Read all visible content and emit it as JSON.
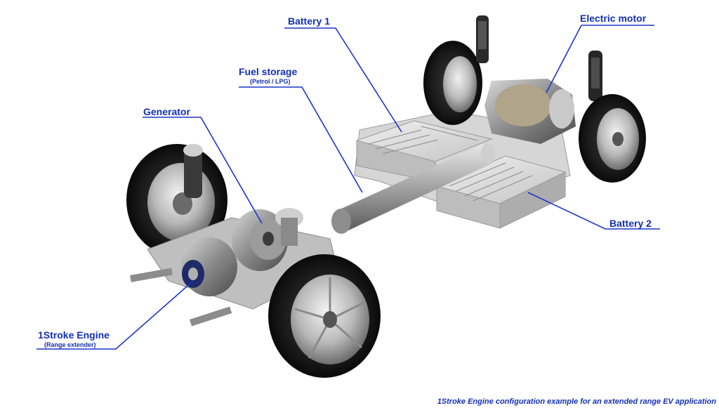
{
  "labels": {
    "battery1": "Battery 1",
    "electric_motor": "Electric motor",
    "fuel_storage": "Fuel storage",
    "fuel_storage_sub": "(Petrol / LPG)",
    "generator": "Generator",
    "battery2": "Battery 2",
    "engine": "1Stroke Engine",
    "engine_sub": "(Range extender)"
  },
  "caption": "1Stroke Engine configuration example for an extended range EV application",
  "colors": {
    "label_text": "#1530b0",
    "leader_line": "#1a35c8",
    "background": "#ffffff"
  }
}
